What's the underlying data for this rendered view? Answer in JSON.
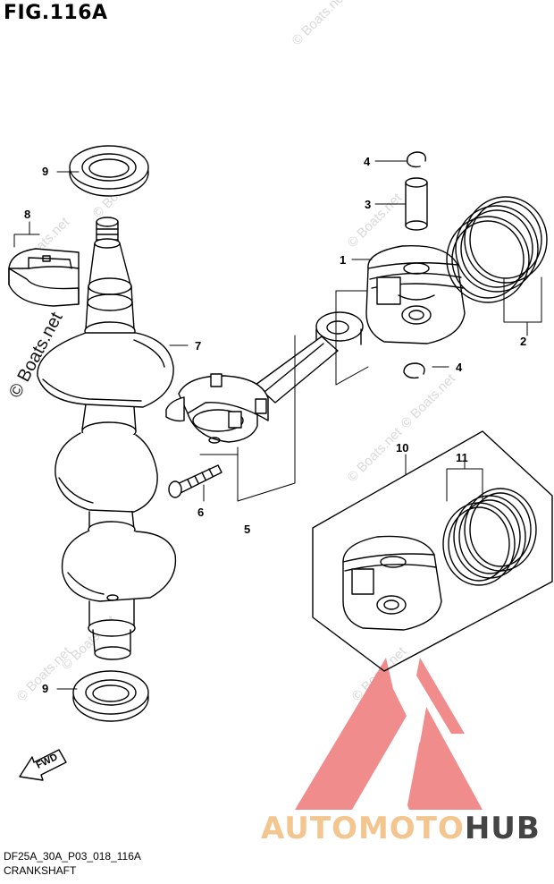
{
  "figure": {
    "title": "FIG.116A",
    "model_code": "DF25A_30A_P03_018_116A",
    "caption": "CRANKSHAFT",
    "fwd_label": "FWD"
  },
  "callouts": [
    "9",
    "8",
    "7",
    "6",
    "5",
    "4",
    "3",
    "1",
    "2",
    "4",
    "10",
    "11",
    "9"
  ],
  "watermarks": {
    "main": "© Boats.net",
    "faint": [
      "© Boats.net",
      "© Boats.net",
      "© Boats.net",
      "© Boats.net",
      "© Boats.net",
      "© Boats.net",
      "© Boats.net",
      "© Boats.net",
      "© Boats.net"
    ]
  },
  "brand": {
    "part1": "AUTOMOTO",
    "part2": "HUB",
    "logo_color": "#f08080",
    "text_color_1": "#f3c58f",
    "text_color_2": "#444444"
  }
}
